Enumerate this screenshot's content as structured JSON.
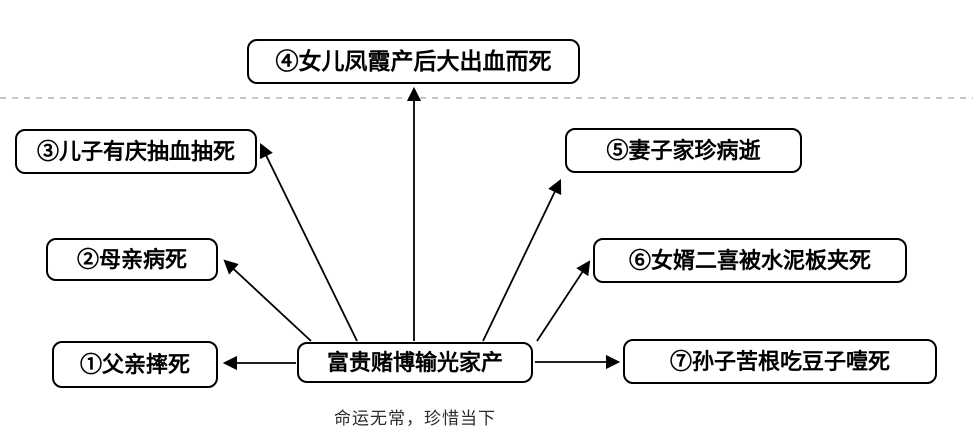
{
  "diagram": {
    "center": {
      "label": "富贵赌博输光家产"
    },
    "causes": [
      {
        "label": "①父亲摔死"
      },
      {
        "label": "②母亲病死"
      },
      {
        "label": "③儿子有庆抽血抽死"
      },
      {
        "label": "④女儿凤霞产后大出血而死"
      },
      {
        "label": "⑤妻子家珍病逝"
      },
      {
        "label": "⑥女婿二喜被水泥板夹死"
      },
      {
        "label": "⑦孙子苦根吃豆子噎死"
      }
    ],
    "caption": "命运无常，珍惜当下",
    "colors": {
      "background": "#ffffff",
      "box_border": "#000000",
      "box_text": "#000000",
      "arrow": "#000000",
      "dashed_divider": "#c9c9c9"
    }
  }
}
